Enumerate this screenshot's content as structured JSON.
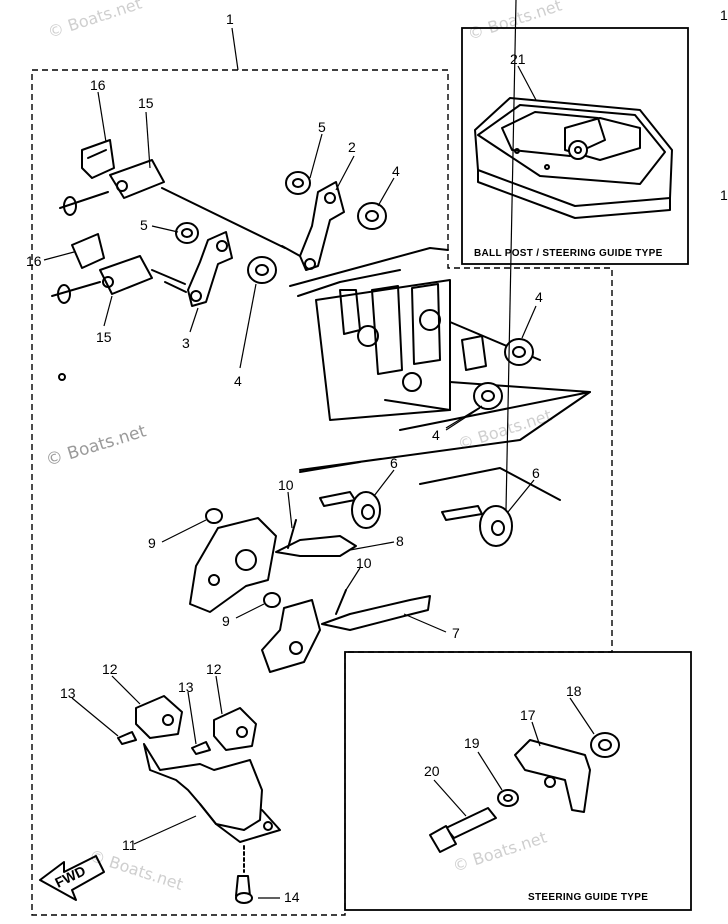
{
  "callouts": {
    "c1": "1",
    "c2": "2",
    "c3": "3",
    "c4a": "4",
    "c4b": "4",
    "c4c": "4",
    "c4d": "4",
    "c5a": "5",
    "c5b": "5",
    "c6a": "6",
    "c6b": "6",
    "c7": "7",
    "c8": "8",
    "c9a": "9",
    "c9b": "9",
    "c10a": "10",
    "c10b": "10",
    "c11": "11",
    "c12a": "12",
    "c12b": "12",
    "c13a": "13",
    "c13b": "13",
    "c14": "14",
    "c15a": "15",
    "c15b": "15",
    "c16a": "16",
    "c16b": "16",
    "c17": "17",
    "c18": "18",
    "c19": "19",
    "c20": "20",
    "c21": "21"
  },
  "insets": {
    "ball_post_caption": "BALL POST / STEERING GUIDE TYPE",
    "steering_guide_caption": "STEERING GUIDE TYPE"
  },
  "fwd_label": "FWD",
  "watermarks": {
    "main": "© Boats.net",
    "faint1": "© Boats.net",
    "faint2": "© Boats.net",
    "faint3": "© Boats.net",
    "faint4": "© Boats.net",
    "faint5": "© Boats.net"
  },
  "edge_marks": {
    "m1": "1",
    "m2": "1"
  }
}
